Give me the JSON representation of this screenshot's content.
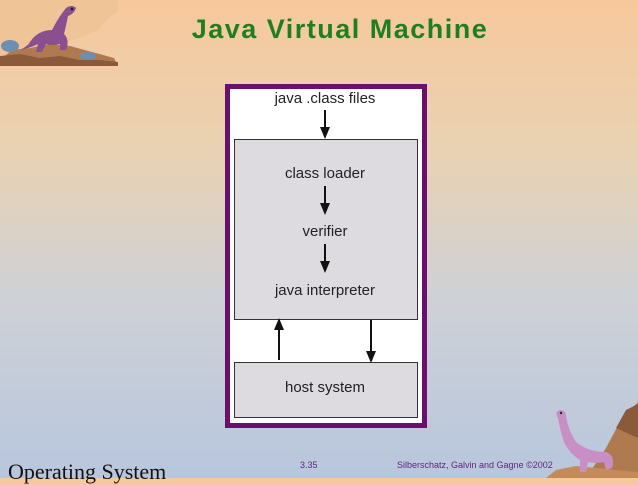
{
  "title": "Java Virtual Machine",
  "diagram": {
    "input_label": "java .class files",
    "components": [
      "class loader",
      "verifier",
      "java interpreter"
    ],
    "host_label": "host system"
  },
  "footer": {
    "page_number": "3.35",
    "credit": "Silberschatz, Galvin and  Gagne ",
    "copyright": "©2002",
    "course_title": "Operating System"
  },
  "colors": {
    "title": "#1f7f1f",
    "frame": "#6a0f6c",
    "box_fill": "#dedbe0"
  }
}
